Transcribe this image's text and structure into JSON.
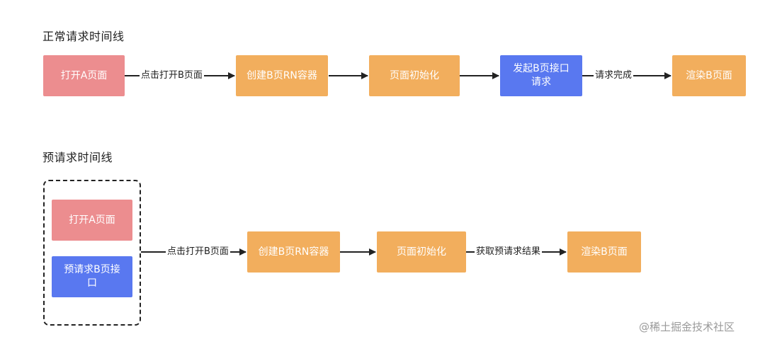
{
  "normal_timeline": {
    "title": "正常请求时间线",
    "nodes": {
      "open_a": "打开A页面",
      "create_rn": "创建B页RN容器",
      "page_init": "页面初始化",
      "send_request": "发起B页接口请求",
      "render_b": "渲染B页面"
    },
    "edge_labels": {
      "click_open": "点击打开B页面",
      "request_done": "请求完成"
    }
  },
  "pre_request_timeline": {
    "title": "预请求时间线",
    "nodes": {
      "open_a": "打开A页面",
      "pre_request": "预请求B页接口",
      "create_rn": "创建B页RN容器",
      "page_init": "页面初始化",
      "render_b": "渲染B页面"
    },
    "edge_labels": {
      "click_open": "点击打开B页面",
      "get_result": "获取预请求结果"
    }
  },
  "watermark": "@稀土掘金技术社区",
  "colors": {
    "pink": "#ec8d8f",
    "orange": "#f2ae5d",
    "blue": "#5978f0"
  }
}
